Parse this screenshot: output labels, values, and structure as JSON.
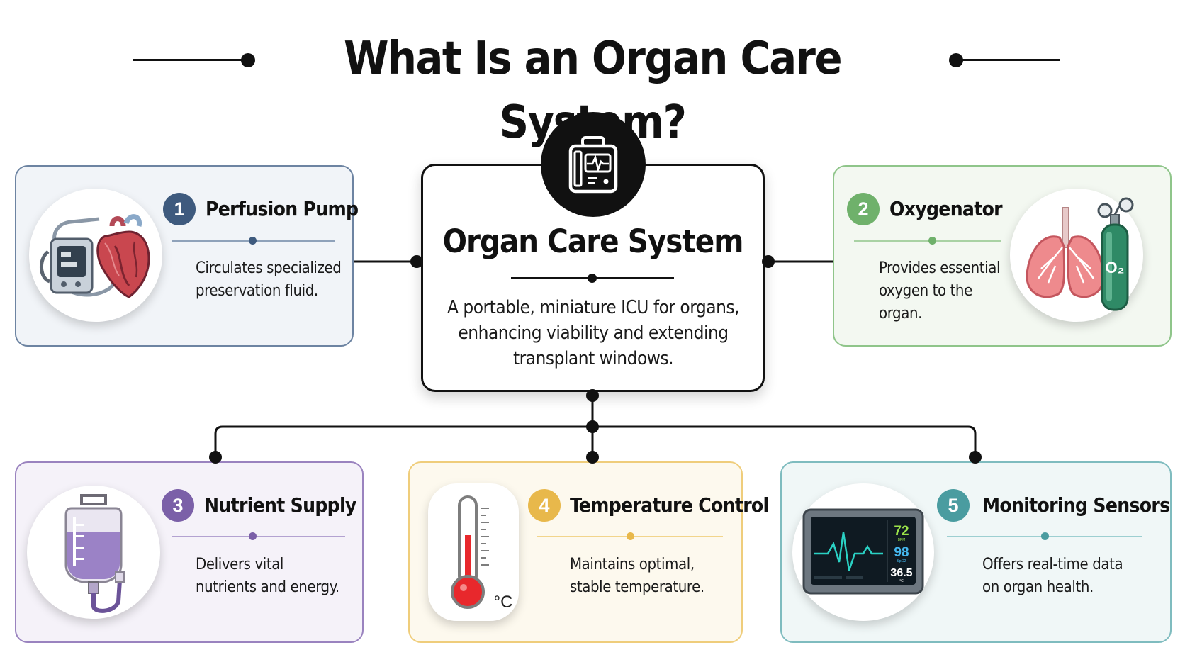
{
  "title": "What Is an Organ Care System?",
  "center": {
    "title": "Organ Care System",
    "description": "A portable, miniature ICU for organs, enhancing viability and extending transplant windows.",
    "icon": "portable-organ-care-device-icon"
  },
  "components": [
    {
      "number": "1",
      "title": "Perfusion Pump",
      "description": "Circulates specialized preservation fluid.",
      "icon": "perfusion-pump-heart-icon",
      "accent": "#3e5a7e",
      "card_bg": "#f1f4f8",
      "border": "#6d84a2"
    },
    {
      "number": "2",
      "title": "Oxygenator",
      "description": "Provides essential oxygen to the organ.",
      "icon": "lungs-oxygen-tank-icon",
      "accent": "#6fb16b",
      "card_bg": "#f3f8f1",
      "border": "#8fc58a"
    },
    {
      "number": "3",
      "title": "Nutrient Supply",
      "description": "Delivers vital nutrients and energy.",
      "icon": "iv-nutrient-bag-icon",
      "accent": "#7b60a8",
      "card_bg": "#f5f2f9",
      "border": "#9a83bf"
    },
    {
      "number": "4",
      "title": "Temperature Control",
      "description": "Maintains optimal, stable temperature.",
      "icon": "thermometer-icon",
      "accent": "#e8b84b",
      "card_bg": "#fdf9ee",
      "border": "#efcd7b"
    },
    {
      "number": "5",
      "title": "Monitoring Sensors",
      "description": "Offers real-time data on organ health.",
      "icon": "vital-signs-monitor-icon",
      "accent": "#4a9ca0",
      "card_bg": "#f0f7f7",
      "border": "#7fbcbf",
      "monitor_readings": [
        "72",
        "BPM",
        "98",
        "SpO2",
        "36.5",
        "°C"
      ]
    }
  ],
  "thermometer_unit": "°C",
  "oxygen_label": "O₂"
}
